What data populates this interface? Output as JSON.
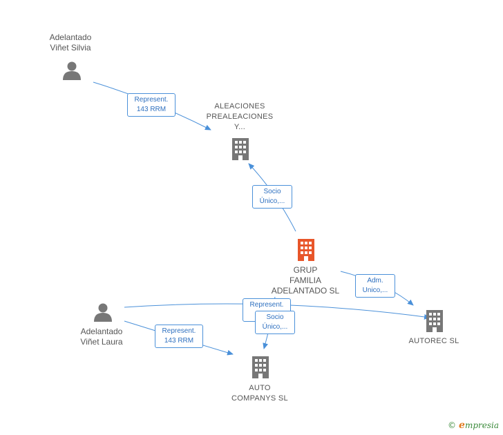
{
  "nodes": {
    "person1": {
      "lines": [
        "Adelantado",
        "Viñet Silvia"
      ],
      "type": "person"
    },
    "company_aleaciones": {
      "lines": [
        "ALEACIONES",
        "PREALEACIONES",
        "Y..."
      ],
      "type": "company"
    },
    "company_grup": {
      "lines": [
        "GRUP",
        "FAMILIA",
        "ADELANTADO SL"
      ],
      "type": "company-main"
    },
    "person2": {
      "lines": [
        "Adelantado",
        "Viñet Laura"
      ],
      "type": "person"
    },
    "company_autorec": {
      "lines": [
        "AUTOREC SL"
      ],
      "type": "company"
    },
    "company_auto": {
      "lines": [
        "AUTO",
        "COMPANYS SL"
      ],
      "type": "company"
    }
  },
  "edge_labels": {
    "e1": [
      "Represent.",
      "143 RRM"
    ],
    "e2": [
      "Socio",
      "Único,..."
    ],
    "e3": [
      "Adm.",
      "Unico,..."
    ],
    "e4": [
      "Represent.",
      "1..."
    ],
    "e5": [
      "Socio",
      "Único,..."
    ],
    "e6": [
      "Represent.",
      "143 RRM"
    ]
  },
  "colors": {
    "edge": "#4a90d9",
    "icon": "#777777",
    "main_company": "#e8562a",
    "label_border": "#4a90d9"
  },
  "brand": {
    "copyright": "©",
    "initial": "e",
    "rest": "mpresia"
  }
}
